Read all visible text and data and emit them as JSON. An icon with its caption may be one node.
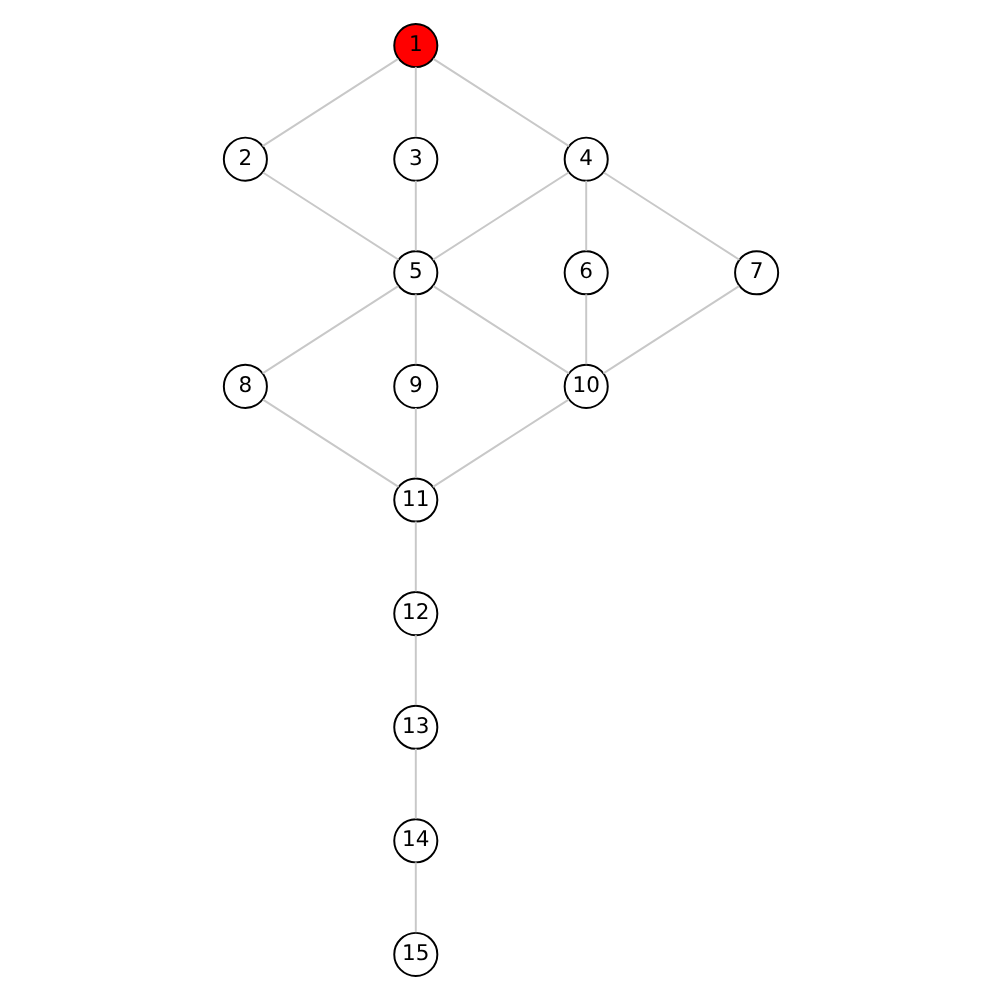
{
  "diagram": {
    "nodes": [
      {
        "text": [
          "1"
        ]
      },
      {
        "text": [
          "2"
        ]
      },
      {
        "text": [
          "3"
        ]
      },
      {
        "text": [
          "4"
        ]
      },
      {
        "text": [
          "5"
        ]
      },
      {
        "text": [
          "6"
        ]
      },
      {
        "text": [
          "7"
        ]
      },
      {
        "text": [
          "8"
        ]
      },
      {
        "text": [
          "9"
        ]
      },
      {
        "text": [
          "10"
        ]
      },
      {
        "text": [
          "11"
        ]
      },
      {
        "text": [
          "12"
        ]
      },
      {
        "text": [
          "13"
        ]
      },
      {
        "text": [
          "14"
        ]
      },
      {
        "text": [
          "15"
        ]
      }
    ],
    "edges": [
      {
        "from": 0,
        "to": 1,
        "arrow": "none"
      },
      {
        "from": 0,
        "to": 2,
        "arrow": "none"
      },
      {
        "from": 0,
        "to": 3,
        "arrow": "none"
      },
      {
        "from": 1,
        "to": 4,
        "arrow": "none"
      },
      {
        "from": 2,
        "to": 4,
        "arrow": "none"
      },
      {
        "from": 3,
        "to": 4,
        "arrow": "none"
      },
      {
        "from": 3,
        "to": 5,
        "arrow": "none"
      },
      {
        "from": 3,
        "to": 6,
        "arrow": "none"
      },
      {
        "from": 4,
        "to": 7,
        "arrow": "none"
      },
      {
        "from": 4,
        "to": 8,
        "arrow": "none"
      },
      {
        "from": 4,
        "to": 9,
        "arrow": "none"
      },
      {
        "from": 5,
        "to": 9,
        "arrow": "none"
      },
      {
        "from": 6,
        "to": 9,
        "arrow": "none"
      },
      {
        "from": 7,
        "to": 10,
        "arrow": "none"
      },
      {
        "from": 8,
        "to": 10,
        "arrow": "none"
      },
      {
        "from": 9,
        "to": 10,
        "arrow": "none"
      },
      {
        "from": 10,
        "to": 11,
        "arrow": "none"
      },
      {
        "from": 11,
        "to": 12,
        "arrow": "none"
      },
      {
        "from": 12,
        "to": 13,
        "arrow": "none"
      },
      {
        "from": 13,
        "to": 14,
        "arrow": "none"
      }
    ]
  }
}
